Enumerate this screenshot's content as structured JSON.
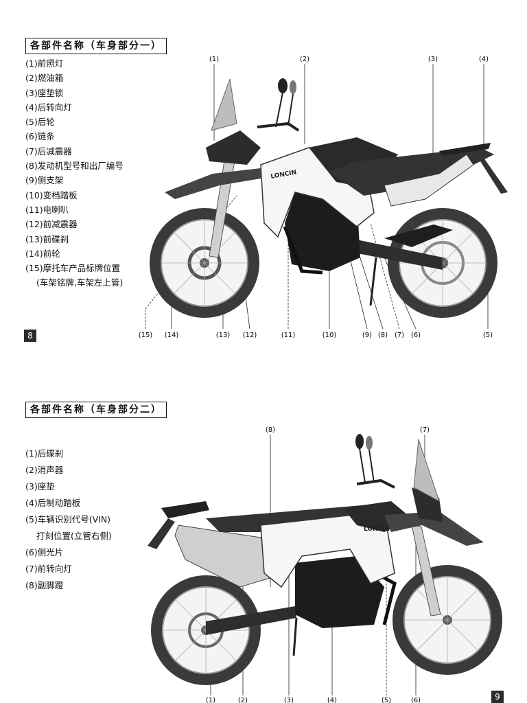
{
  "section1": {
    "title": "各部件名称（车身部分一）",
    "items": [
      "(1)前照灯",
      "(2)燃油箱",
      "(3)座垫锁",
      "(4)后转向灯",
      "(5)后轮",
      "(6)链条",
      "(7)后减震器",
      "(8)发动机型号和出厂编号",
      "(9)侧支架",
      "(10)变档踏板",
      "(11)电喇叭",
      "(12)前减震器",
      "(13)前碟刹",
      "(14)前轮",
      "(15)摩托车产品标牌位置",
      "(车架铭牌,车架左上管)"
    ],
    "callouts_top": [
      "(1)",
      "(2)",
      "(3)",
      "(4)"
    ],
    "callouts_bottom": [
      "(15)",
      "(14)",
      "(13)",
      "(12)",
      "(11)",
      "(10)",
      "(9)",
      "(8)",
      "(7)",
      "(6)",
      "(5)"
    ],
    "brand_text": "LONCIN",
    "page_number": "8"
  },
  "section2": {
    "title": "各部件名称（车身部分二）",
    "items": [
      "(1)后碟刹",
      "(2)消声器",
      "(3)座垫",
      "(4)后制动踏板",
      "(5)车辆识别代号(VIN)",
      "打刻位置(立管右侧)",
      "(6)侧光片",
      "(7)前转向灯",
      "(8)副脚蹬"
    ],
    "callouts_top": [
      "(8)",
      "(7)"
    ],
    "callouts_bottom": [
      "(1)",
      "(2)",
      "(3)",
      "(4)",
      "(5)",
      "(6)"
    ],
    "brand_text": "LONCIN",
    "page_number": "9"
  }
}
